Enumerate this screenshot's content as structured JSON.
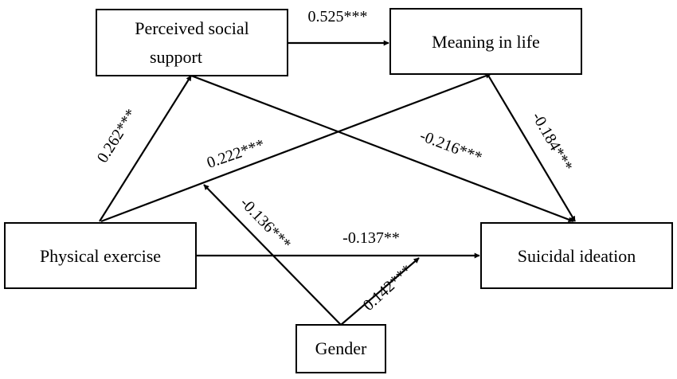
{
  "nodes": {
    "perceived_social_support": {
      "line1": "Perceived social",
      "line2": "support"
    },
    "meaning_in_life": {
      "label": "Meaning in life"
    },
    "physical_exercise": {
      "label": "Physical exercise"
    },
    "suicidal_ideation": {
      "label": "Suicidal ideation"
    },
    "gender": {
      "label": "Gender"
    }
  },
  "paths": {
    "pss_to_mil": "0.525***",
    "pe_to_pss": "0.262***",
    "pe_to_mil": "0.222***",
    "pss_to_si": "-0.216***",
    "mil_to_si": "-0.184***",
    "gender_to_pe_pss": "-0.136***",
    "pe_to_si": "-0.137**",
    "gender_to_pe_si": "0.142***"
  },
  "colors": {
    "stroke": "#000000",
    "background": "#ffffff"
  }
}
